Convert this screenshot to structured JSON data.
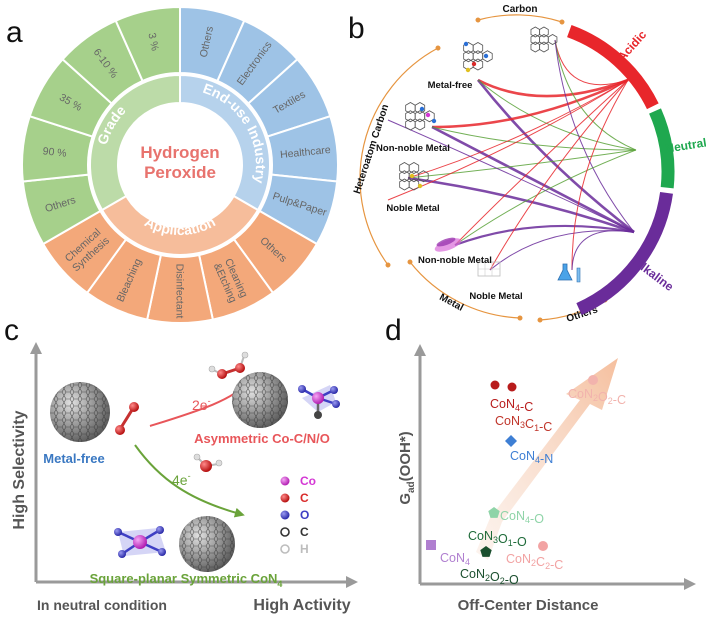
{
  "panel_a": {
    "letter": "a",
    "center": [
      "Hydrogen",
      "Peroxide"
    ],
    "sections": {
      "grade": "Grade",
      "end_use": "End-use Industry",
      "application": "Application"
    },
    "grade_items": [
      "3 %",
      "6-10 %",
      "35 %",
      "90 %",
      "Others"
    ],
    "enduse_items": [
      "Others",
      "Electronics",
      "Textiles",
      "Healthcare",
      "Pulp&Paper"
    ],
    "application_items": [
      "Others",
      "Cleaning &Etching",
      "Disinfectant",
      "Bleaching",
      "Chemical Synthesis"
    ],
    "colors": {
      "grade": "#a6d08b",
      "enduse": "#9ec3e6",
      "application": "#f3a87a"
    }
  },
  "panel_b": {
    "letter": "b",
    "groups": {
      "carbon": "Carbon",
      "heteroatom": "Heteroatom Carbon",
      "metal": "Metal",
      "others": "Others"
    },
    "nodes": {
      "metal_free": "Metal-free",
      "non_noble_metal": "Non-noble Metal",
      "noble_metal": "Noble Metal",
      "non_noble_metal_2": "Non-noble Metal",
      "noble_metal_2": "Noble Metal"
    },
    "conditions": [
      {
        "label": "Acidic",
        "color": "#e8262b"
      },
      {
        "label": "Neutral",
        "color": "#1fa84f"
      },
      {
        "label": "Alkaline",
        "color": "#6a2c9a"
      }
    ]
  },
  "panel_c": {
    "letter": "c",
    "y_label": "High Selectivity",
    "x_label": "High Activity",
    "condition": "In neutral condition",
    "metal_free": "Metal-free",
    "two_e": "2e",
    "four_e": "4e",
    "asymmetric": "Asymmetric Co-C/N/O",
    "square_planar": "Square-planar Symmetric CoN",
    "square_planar_sub": "4",
    "legend": [
      {
        "label": "Co",
        "color": "#d437d4"
      },
      {
        "label": "C",
        "color": "#d92b2b"
      },
      {
        "label": "O",
        "color": "#3f3fc4"
      },
      {
        "label": "C",
        "color": "#333333"
      },
      {
        "label": "H",
        "color": "#bdbdbd"
      }
    ]
  },
  "panel_d": {
    "letter": "d",
    "x_label": "Off-Center Distance",
    "y_label": "G",
    "y_label_sub": "ad",
    "y_label_tail": "(OOH*)",
    "points": [
      {
        "label": "CoN2O2-C",
        "color": "#f2b3ad"
      },
      {
        "label": "CoN4-C",
        "color": "#b81c1c"
      },
      {
        "label": "CoN3C1-C",
        "color": "#c0352a"
      },
      {
        "label": "CoN4-N",
        "color": "#3e7fd4"
      },
      {
        "label": "CoN4-O",
        "color": "#8fd4a8"
      },
      {
        "label": "CoN3O1-O",
        "color": "#1f6b3a"
      },
      {
        "label": "CoN4",
        "color": "#b07fd0"
      },
      {
        "label": "CoN2C2-C",
        "color": "#f2a3a3"
      },
      {
        "label": "CoN2O2-O",
        "color": "#1b4f2e"
      }
    ]
  }
}
